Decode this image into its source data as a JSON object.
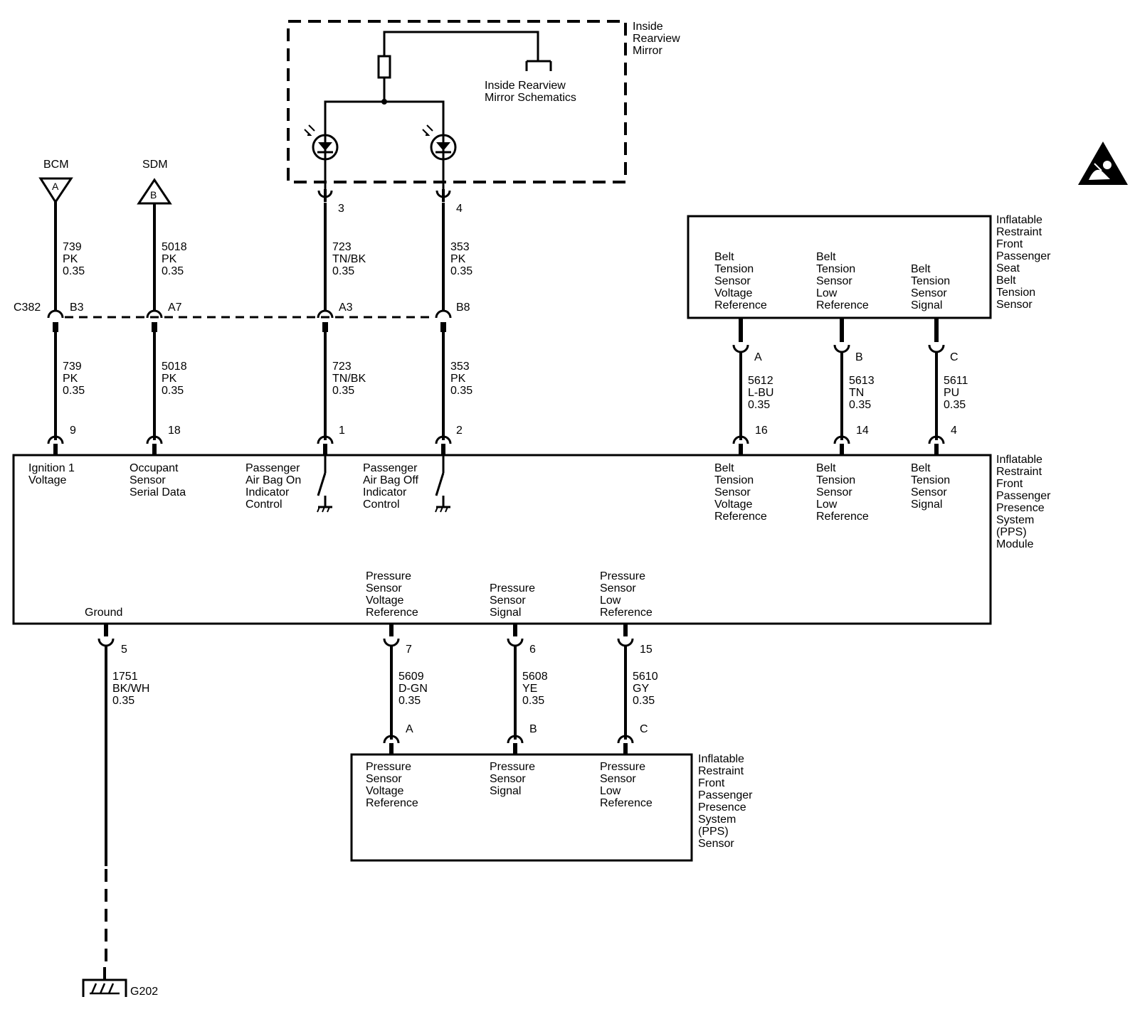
{
  "mirror": {
    "name": [
      "Inside",
      "Rearview",
      "Mirror"
    ],
    "schematics_ref": [
      "Inside Rearview",
      "Mirror Schematics"
    ]
  },
  "bcm": {
    "name": "BCM",
    "letter": "A"
  },
  "sdm": {
    "name": "SDM",
    "letter": "B"
  },
  "connector": "C382",
  "pins_mid": [
    "B3",
    "A7",
    "A3",
    "B8"
  ],
  "pins_mirror": [
    "3",
    "4"
  ],
  "wires_upper": [
    [
      "739",
      "PK",
      "0.35"
    ],
    [
      "5018",
      "PK",
      "0.35"
    ],
    [
      "723",
      "TN/BK",
      "0.35"
    ],
    [
      "353",
      "PK",
      "0.35"
    ]
  ],
  "wires_lower": [
    [
      "739",
      "PK",
      "0.35"
    ],
    [
      "5018",
      "PK",
      "0.35"
    ],
    [
      "723",
      "TN/BK",
      "0.35"
    ],
    [
      "353",
      "PK",
      "0.35"
    ]
  ],
  "pps_module": {
    "name": [
      "Inflatable",
      "Restraint",
      "Front",
      "Passenger",
      "Presence",
      "System",
      "(PPS)",
      "Module"
    ],
    "pins_top": [
      "9",
      "18",
      "1",
      "2",
      "16",
      "14",
      "4"
    ],
    "labels_top": [
      [
        "Ignition 1",
        "Voltage"
      ],
      [
        "Occupant",
        "Sensor",
        "Serial Data"
      ],
      [
        "Passenger",
        "Air Bag On",
        "Indicator",
        "Control"
      ],
      [
        "Passenger",
        "Air Bag Off",
        "Indicator",
        "Control"
      ],
      [
        "Belt",
        "Tension",
        "Sensor",
        "Voltage",
        "Reference"
      ],
      [
        "Belt",
        "Tension",
        "Sensor",
        "Low",
        "Reference"
      ],
      [
        "Belt",
        "Tension",
        "Sensor",
        "Signal"
      ]
    ],
    "ground_label": "Ground",
    "labels_bottom": [
      [
        "Pressure",
        "Sensor",
        "Voltage",
        "Reference"
      ],
      [
        "Pressure",
        "Sensor",
        "Signal"
      ],
      [
        "Pressure",
        "Sensor",
        "Low",
        "Reference"
      ]
    ],
    "pins_bottom": [
      "5",
      "7",
      "6",
      "15"
    ]
  },
  "belt_sensor": {
    "name": [
      "Inflatable",
      "Restraint",
      "Front",
      "Passenger",
      "Seat",
      "Belt",
      "Tension",
      "Sensor"
    ],
    "labels": [
      [
        "Belt",
        "Tension",
        "Sensor",
        "Voltage",
        "Reference"
      ],
      [
        "Belt",
        "Tension",
        "Sensor",
        "Low",
        "Reference"
      ],
      [
        "Belt",
        "Tension",
        "Sensor",
        "Signal"
      ]
    ],
    "pins": [
      "A",
      "B",
      "C"
    ],
    "wires": [
      [
        "5612",
        "L-BU",
        "0.35"
      ],
      [
        "5613",
        "TN",
        "0.35"
      ],
      [
        "5611",
        "PU",
        "0.35"
      ]
    ]
  },
  "pressure_sensor": {
    "name": [
      "Inflatable",
      "Restraint",
      "Front",
      "Passenger",
      "Presence",
      "System",
      "(PPS)",
      "Sensor"
    ],
    "labels": [
      [
        "Pressure",
        "Sensor",
        "Voltage",
        "Reference"
      ],
      [
        "Pressure",
        "Sensor",
        "Signal"
      ],
      [
        "Pressure",
        "Sensor",
        "Low",
        "Reference"
      ]
    ],
    "pins": [
      "A",
      "B",
      "C"
    ]
  },
  "wires_bottom": [
    [
      "1751",
      "BK/WH",
      "0.35"
    ],
    [
      "5609",
      "D-GN",
      "0.35"
    ],
    [
      "5608",
      "YE",
      "0.35"
    ],
    [
      "5610",
      "GY",
      "0.35"
    ]
  ],
  "ground_point": "G202",
  "icons": [
    "airbag-warning-icon",
    "ground-icon",
    "led-icon",
    "resistor-icon"
  ]
}
